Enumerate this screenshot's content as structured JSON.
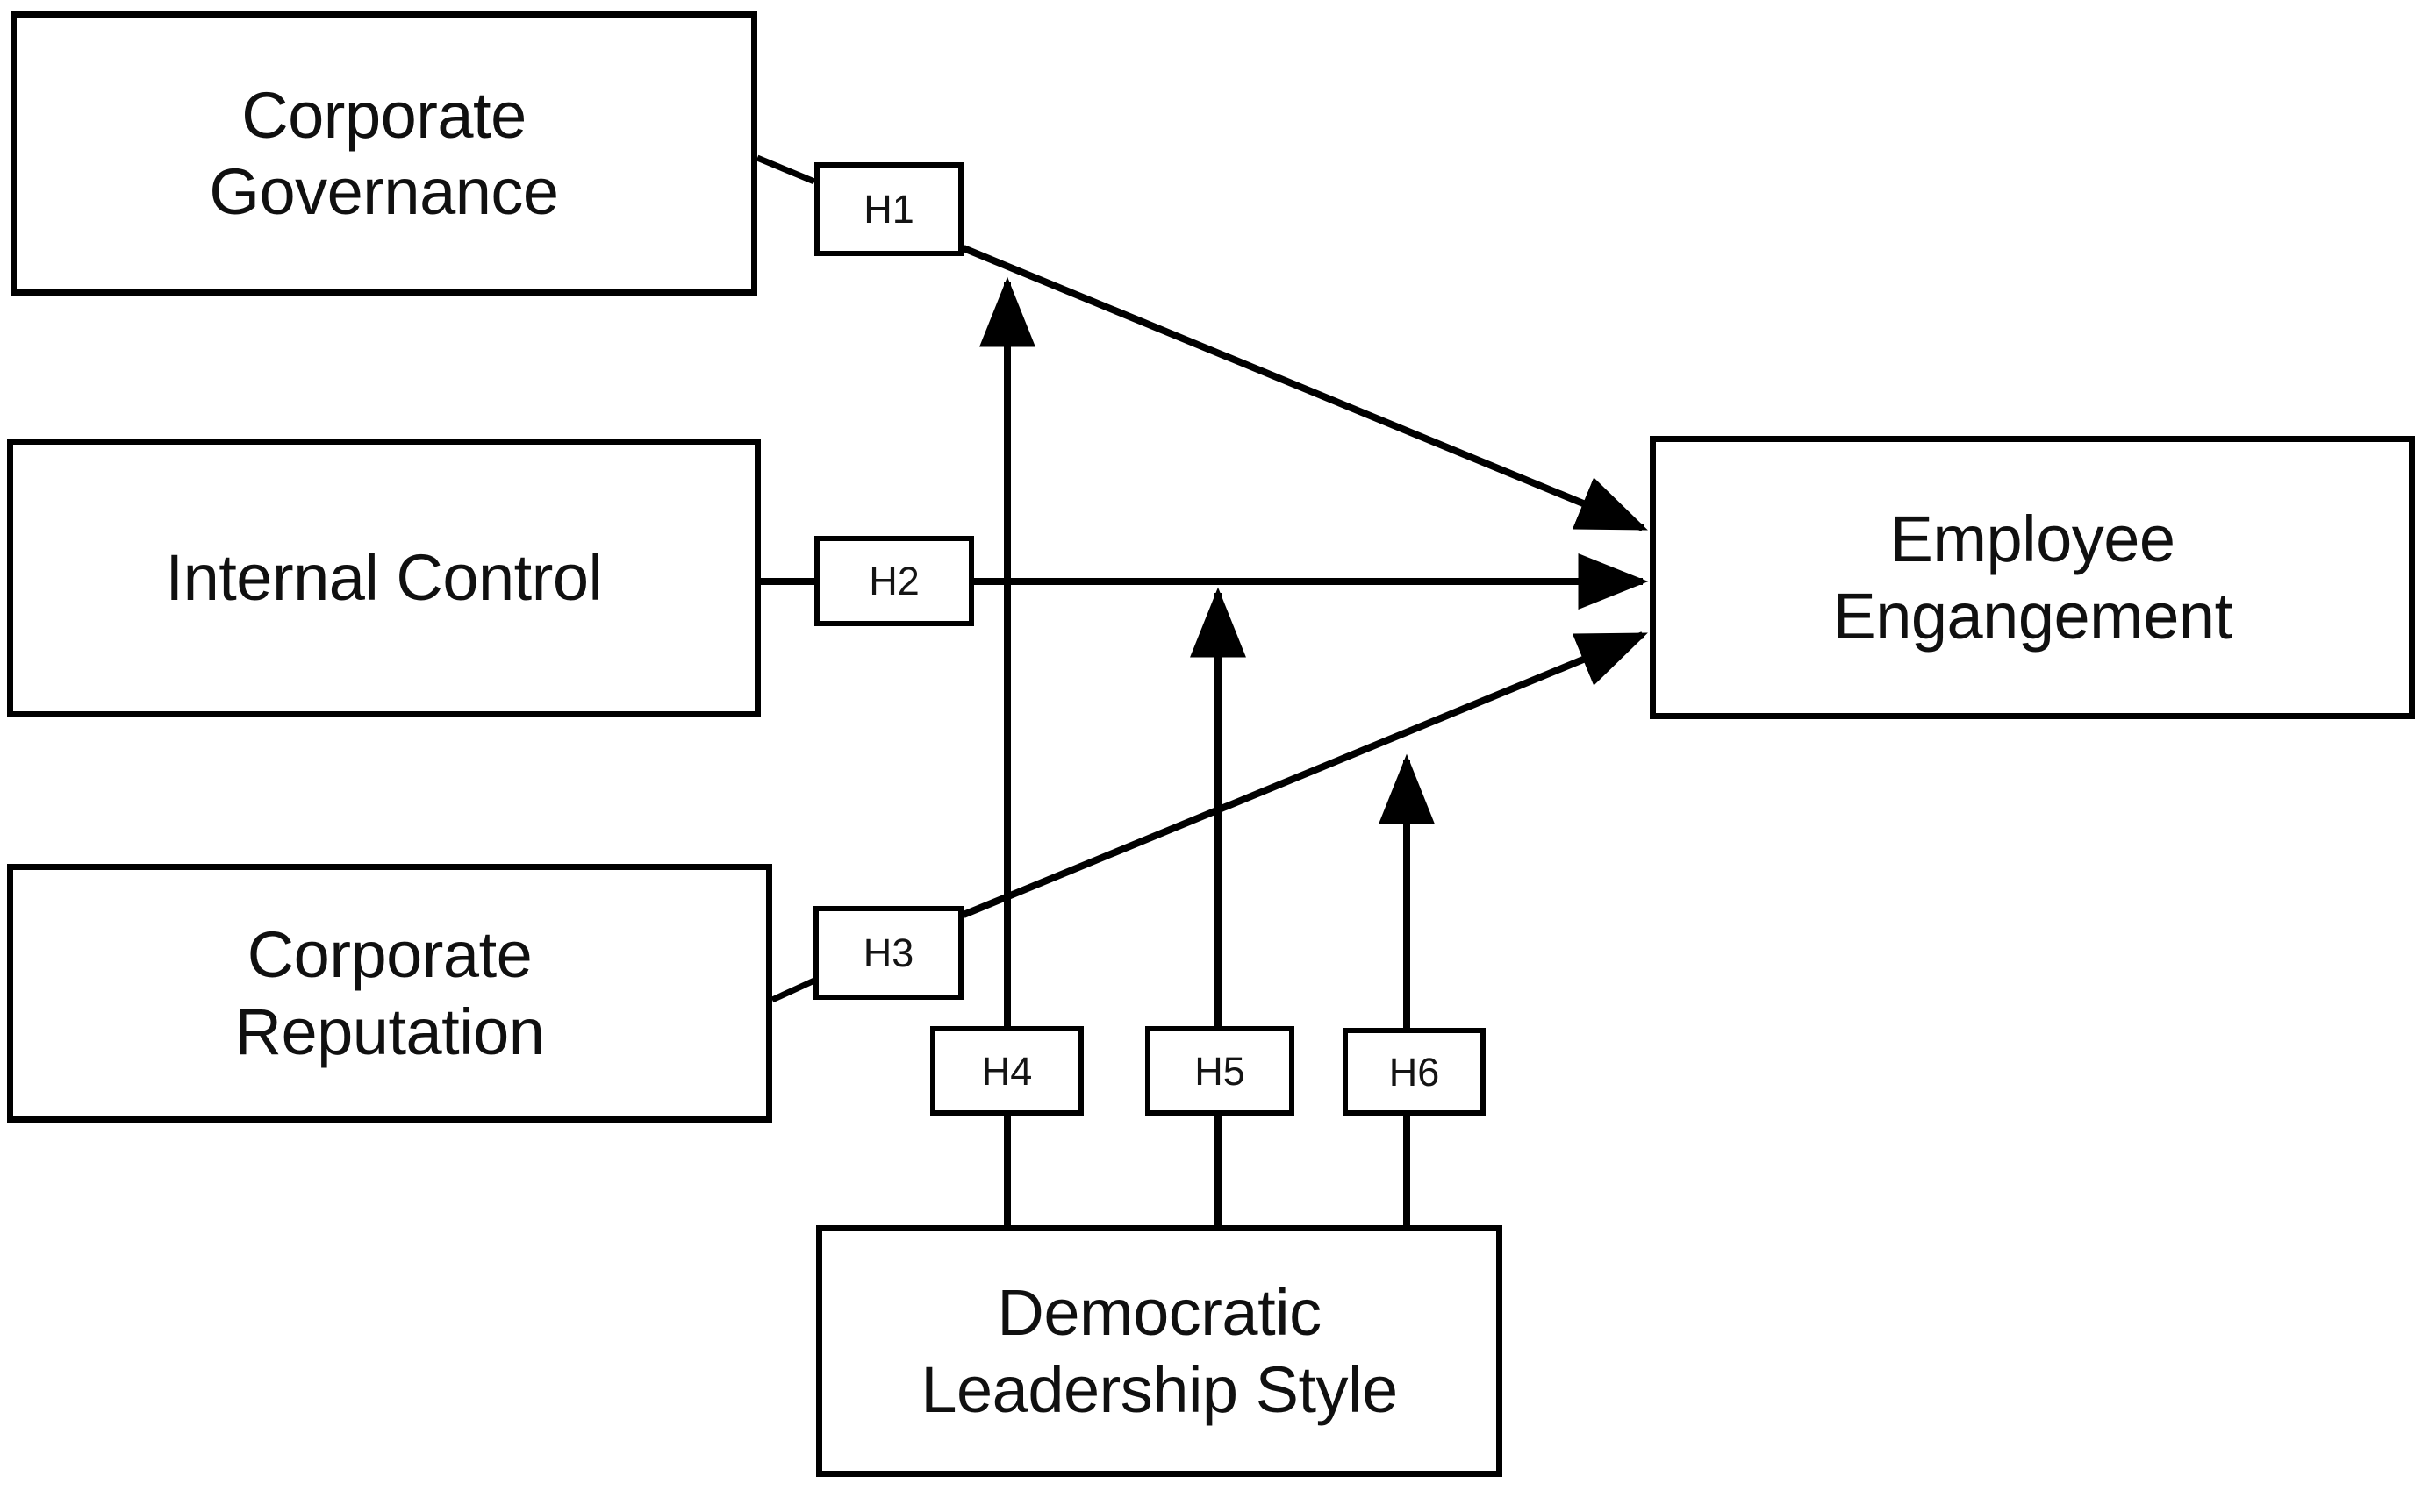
{
  "diagram": {
    "type": "conceptual-framework",
    "title": "",
    "background_color": "#ffffff",
    "line_color": "#000000",
    "text_color": "#101010",
    "nodes": [
      {
        "id": "corporate-governance",
        "label": "Corporate\nGovernance",
        "role": "independent-variable"
      },
      {
        "id": "internal-control",
        "label": "Internal Control",
        "role": "independent-variable"
      },
      {
        "id": "corporate-reputation",
        "label": "Corporate\nReputation",
        "role": "independent-variable"
      },
      {
        "id": "employee-engangement",
        "label": "Employee\nEngangement",
        "role": "dependent-variable"
      },
      {
        "id": "democratic-leadership-style",
        "label": "Democratic\nLeadership Style",
        "role": "moderating-variable"
      }
    ],
    "hypotheses": [
      {
        "id": "h1",
        "label": "H1",
        "from": "corporate-governance",
        "to": "employee-engangement"
      },
      {
        "id": "h2",
        "label": "H2",
        "from": "internal-control",
        "to": "employee-engangement"
      },
      {
        "id": "h3",
        "label": "H3",
        "from": "corporate-reputation",
        "to": "employee-engangement"
      },
      {
        "id": "h4",
        "label": "H4",
        "from": "democratic-leadership-style",
        "to": "h1"
      },
      {
        "id": "h5",
        "label": "H5",
        "from": "democratic-leadership-style",
        "to": "h2"
      },
      {
        "id": "h6",
        "label": "H6",
        "from": "democratic-leadership-style",
        "to": "h3"
      }
    ]
  }
}
